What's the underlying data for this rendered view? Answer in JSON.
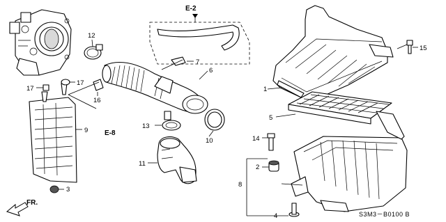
{
  "diagram": {
    "callouts": [
      "1",
      "2",
      "3",
      "4",
      "5",
      "6",
      "7",
      "8",
      "9",
      "10",
      "11",
      "12",
      "13",
      "14",
      "15",
      "16",
      "17",
      "17"
    ],
    "references": {
      "top": "E-2",
      "left": "E-8",
      "front": "FR."
    },
    "diagram_code": "S3M3－B0100 B"
  }
}
